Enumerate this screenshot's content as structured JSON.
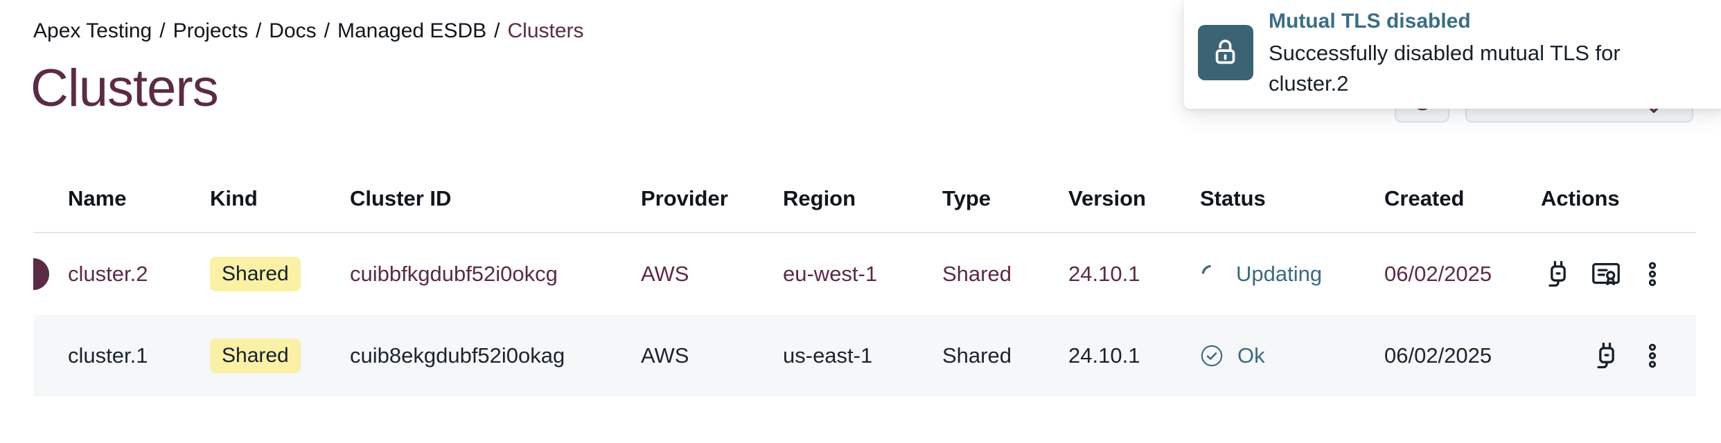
{
  "breadcrumb": {
    "separator": "/",
    "items": [
      {
        "label": "Apex Testing",
        "current": false
      },
      {
        "label": "Projects",
        "current": false
      },
      {
        "label": "Docs",
        "current": false
      },
      {
        "label": "Managed ESDB",
        "current": false
      },
      {
        "label": "Clusters",
        "current": true
      }
    ]
  },
  "page": {
    "title": "Clusters"
  },
  "toolbar": {
    "refresh_button": {
      "icon": "refresh-icon"
    },
    "primary_button": {
      "icon": "chevron-down-icon"
    }
  },
  "toast": {
    "icon": "unlock-icon",
    "title": "Mutual TLS disabled",
    "message": "Successfully disabled mutual TLS for cluster.2"
  },
  "table": {
    "columns": [
      "Name",
      "Kind",
      "Cluster ID",
      "Provider",
      "Region",
      "Type",
      "Version",
      "Status",
      "Created",
      "Actions"
    ],
    "rows": [
      {
        "name": "cluster.2",
        "kind": "Shared",
        "cluster_id": "cuibbfkgdubf52i0okcg",
        "provider": "AWS",
        "region": "eu-west-1",
        "type": "Shared",
        "version": "24.10.1",
        "status": {
          "label": "Updating",
          "state": "updating",
          "icon": "spinner-icon"
        },
        "created": "06/02/2025",
        "actions": [
          "connect-plug",
          "certificate",
          "kebab-menu"
        ],
        "selected": true
      },
      {
        "name": "cluster.1",
        "kind": "Shared",
        "cluster_id": "cuib8ekgdubf52i0okag",
        "provider": "AWS",
        "region": "us-east-1",
        "type": "Shared",
        "version": "24.10.1",
        "status": {
          "label": "Ok",
          "state": "ok",
          "icon": "check-circle-icon"
        },
        "created": "06/02/2025",
        "actions": [
          "connect-plug",
          "kebab-menu"
        ],
        "selected": false
      }
    ]
  },
  "colors": {
    "maroon": "#5B2B45",
    "status_teal": "#3C6A7D",
    "toast_accent": "#3A6E85",
    "toast_icon_bg": "#3C6374",
    "badge_yellow": "#FAF0A6",
    "alt_row_bg": "#F6F7F9",
    "text_dark": "#16202A",
    "separator": "#E0E5EA"
  }
}
